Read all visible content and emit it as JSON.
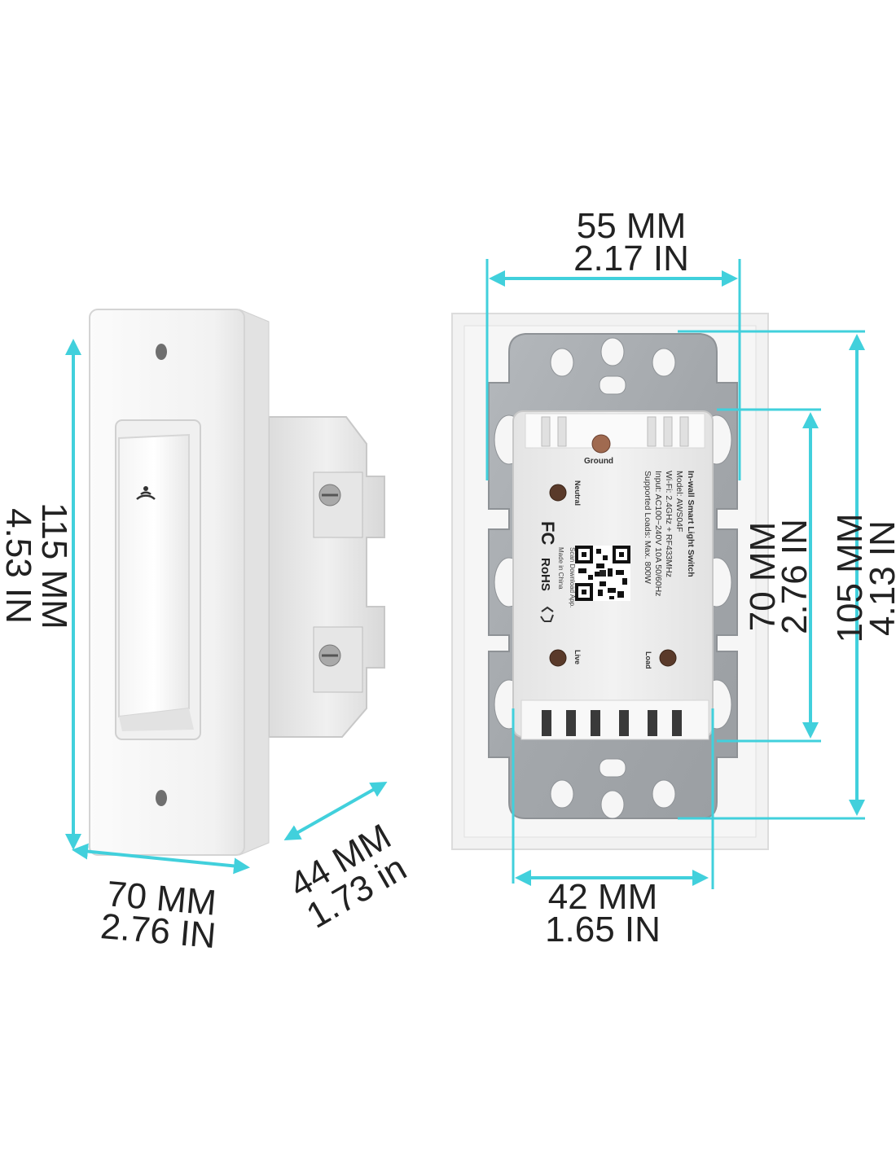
{
  "colors": {
    "accent": "#41d0dc",
    "plate": "#f6f6f6",
    "metal": "#a8acb0",
    "housing": "#ececec"
  },
  "icons": {
    "switch": "wifi-icon",
    "cert": [
      "fc-mark",
      "rohs-mark",
      "recycle-icon",
      "qr-code"
    ]
  },
  "dimensions": {
    "height_mm": "115 MM",
    "height_in": "4.53 IN",
    "width_mm": "70 MM",
    "width_in": "2.76 IN",
    "depth_mm": "44 MM",
    "depth_in": "1.73 in",
    "back_width_mm": "55 MM",
    "back_width_in": "2.17 IN",
    "module_height_mm": "70 MM",
    "module_height_in": "2.76 IN",
    "back_height_mm": "105 MM",
    "back_height_in": "4.13 IN",
    "module_width_mm": "42 MM",
    "module_width_in": "1.65 IN"
  },
  "module": {
    "ground": "Ground",
    "neutral": "Neutral",
    "live": "Live",
    "load": "Load",
    "title": "In-wall Smart Light Switch",
    "model": "Model: AWS04F",
    "wifi": "Wi-Fi: 2.4GHz + RF433MHz",
    "input": "Input: AC100~240V 10A 50/60Hz",
    "loads": "Supported Loads: Max. 800W",
    "scan": "Scan Download App.",
    "made_in": "Made in China",
    "fcc": "FC",
    "rohs": "RoHS"
  }
}
